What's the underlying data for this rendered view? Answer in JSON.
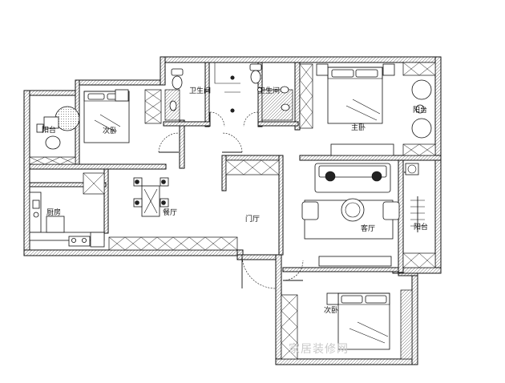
{
  "rooms": {
    "balcony_left": "阳台",
    "bedroom_second_top": "次卧",
    "bathroom_left": "卫生间",
    "bathroom_right": "卫生间",
    "master_bedroom": "主卧",
    "balcony_master": "阳台",
    "kitchen": "厨房",
    "dining": "餐厅",
    "foyer": "门厅",
    "living": "客厅",
    "balcony_living": "阳台",
    "bedroom_second_bottom": "次卧"
  },
  "watermark": "家居装修网"
}
